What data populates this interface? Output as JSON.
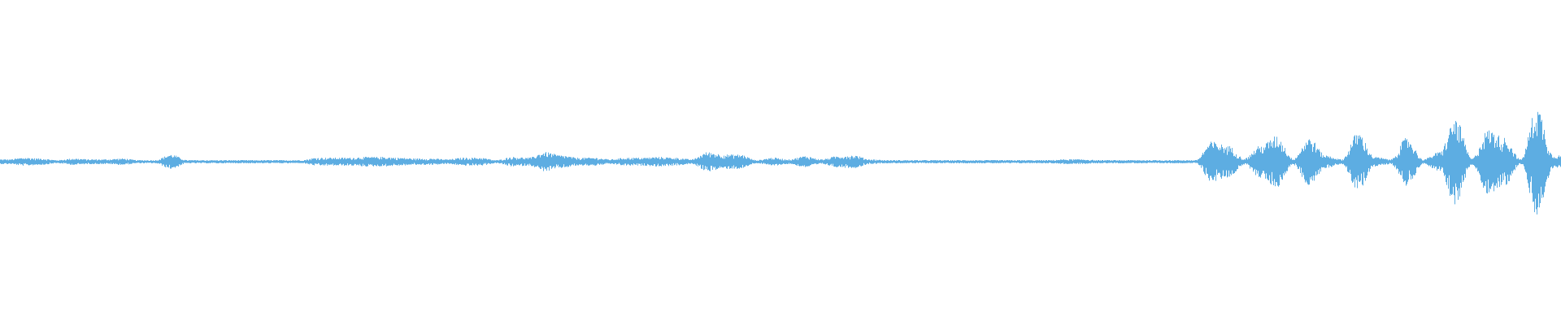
{
  "chart_data": {
    "type": "area",
    "title": "",
    "xlabel": "",
    "ylabel": "",
    "ylim": [
      -1,
      1
    ],
    "grid": false,
    "color": "#5dade2",
    "peak_amplitude": [
      0.015,
      0.025,
      0.02,
      0.01,
      0.02,
      0.015,
      0.015,
      0.02,
      0.01,
      0.01,
      0.045,
      0.01,
      0.01,
      0.01,
      0.01,
      0.01,
      0.01,
      0.01,
      0.01,
      0.025,
      0.025,
      0.025,
      0.03,
      0.03,
      0.025,
      0.02,
      0.02,
      0.015,
      0.025,
      0.025,
      0.01,
      0.03,
      0.025,
      0.06,
      0.04,
      0.025,
      0.025,
      0.015,
      0.025,
      0.025,
      0.03,
      0.025,
      0.015,
      0.06,
      0.045,
      0.045,
      0.01,
      0.025,
      0.015,
      0.035,
      0.015,
      0.035,
      0.04,
      0.015,
      0.01,
      0.01,
      0.01,
      0.01,
      0.01,
      0.01,
      0.01,
      0.01,
      0.01,
      0.01,
      0.01,
      0.015,
      0.015,
      0.01,
      0.01,
      0.01,
      0.01,
      0.01,
      0.01,
      0.01,
      0.125,
      0.1,
      0.02,
      0.1,
      0.16,
      0.02,
      0.15,
      0.04,
      0.015,
      0.185,
      0.03,
      0.015,
      0.15,
      0.015,
      0.06,
      0.27,
      0.02,
      0.2,
      0.15,
      0.015,
      0.345,
      0.04
    ]
  }
}
